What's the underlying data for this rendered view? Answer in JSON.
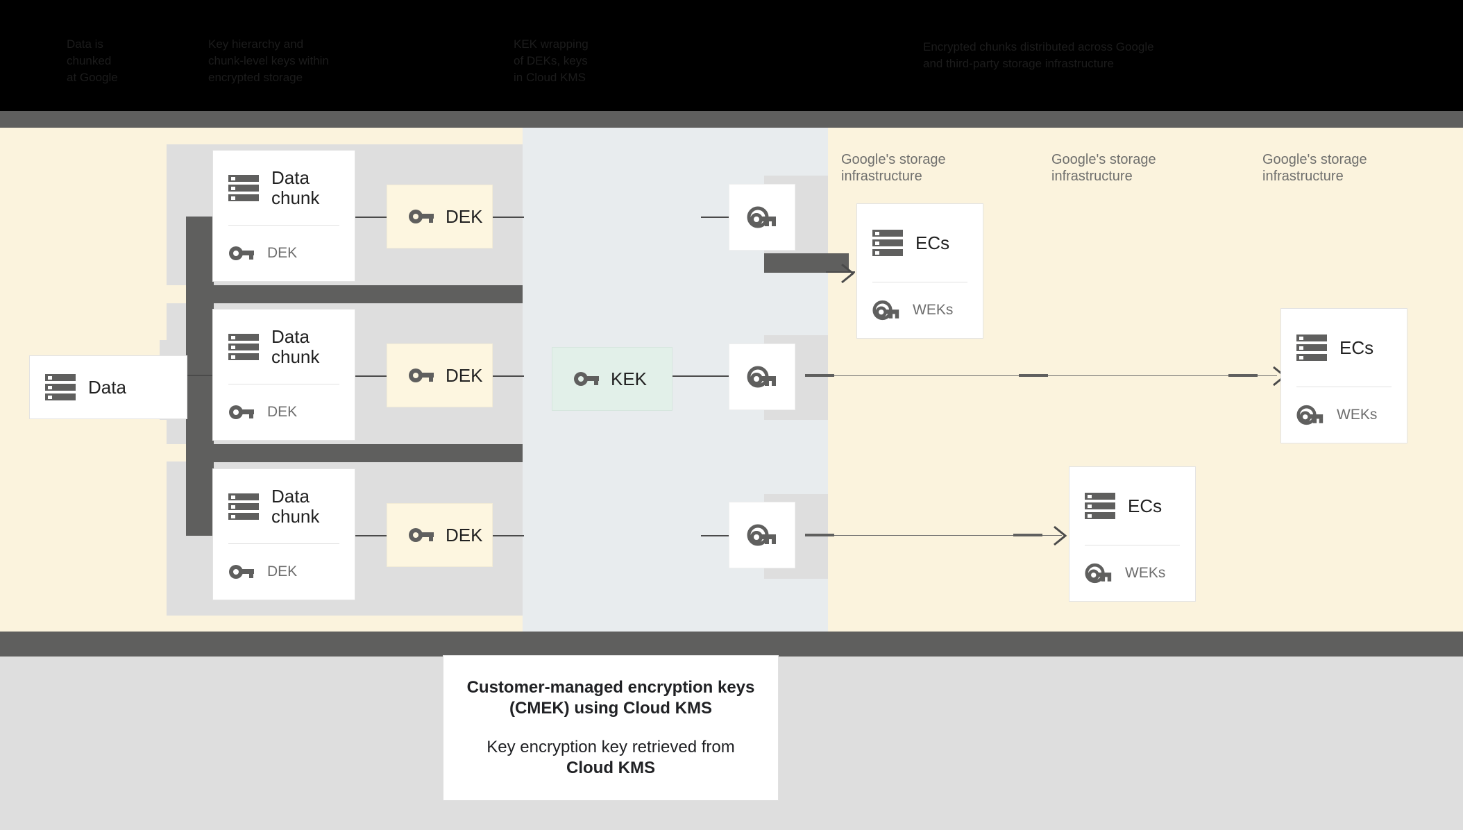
{
  "header": {
    "legend_columns": [
      "Data is\nchunked\nat Google",
      "Key hierarchy and\nchunk-level keys within\nencrypted storage",
      "KEK wrapping\nof DEKs, keys\nin Cloud KMS",
      "Encrypted chunks distributed across Google\nand third-party storage infrastructure"
    ]
  },
  "diagram": {
    "source": {
      "label": "Data",
      "icon": "server-stack-icon"
    },
    "chunks": [
      {
        "title": "Data\nchunk",
        "key_label": "DEK",
        "icon": "server-stack-icon",
        "key_icon": "key-icon"
      },
      {
        "title": "Data\nchunk",
        "key_label": "DEK",
        "icon": "server-stack-icon",
        "key_icon": "key-icon"
      },
      {
        "title": "Data\nchunk",
        "key_label": "DEK",
        "icon": "server-stack-icon",
        "key_icon": "key-icon"
      }
    ],
    "deks": [
      {
        "label": "DEK",
        "icon": "key-icon"
      },
      {
        "label": "DEK",
        "icon": "key-icon"
      },
      {
        "label": "DEK",
        "icon": "key-icon"
      }
    ],
    "kek": {
      "label": "KEK",
      "icon": "key-icon"
    },
    "wrapped_keys": [
      {
        "icon": "wrapped-key-icon"
      },
      {
        "icon": "wrapped-key-icon"
      },
      {
        "icon": "wrapped-key-icon"
      }
    ],
    "infra_labels": [
      "Google's storage\ninfrastructure",
      "Google's storage\ninfrastructure",
      "Google's storage\ninfrastructure"
    ],
    "ec_cards": [
      {
        "title": "ECs",
        "key_label": "WEKs",
        "icon": "server-stack-icon",
        "key_icon": "wrapped-key-icon"
      },
      {
        "title": "ECs",
        "key_label": "WEKs",
        "icon": "server-stack-icon",
        "key_icon": "wrapped-key-icon"
      },
      {
        "title": "ECs",
        "key_label": "WEKs",
        "icon": "server-stack-icon",
        "key_icon": "wrapped-key-icon"
      }
    ]
  },
  "caption": {
    "title": "Customer-managed encryption keys\n(CMEK) using Cloud KMS",
    "subtitle_lead": "Key encryption key retrieved from",
    "subtitle_strong": "Cloud KMS"
  },
  "colors": {
    "cream": "#fbf3dd",
    "gray": "#dedede",
    "bluegray": "#e8ecee",
    "dark": "#5f5f5e",
    "dek": "#fdf6e0",
    "kek": "#e2f0e9",
    "text": "#212121",
    "muted": "#6d6d6d"
  }
}
